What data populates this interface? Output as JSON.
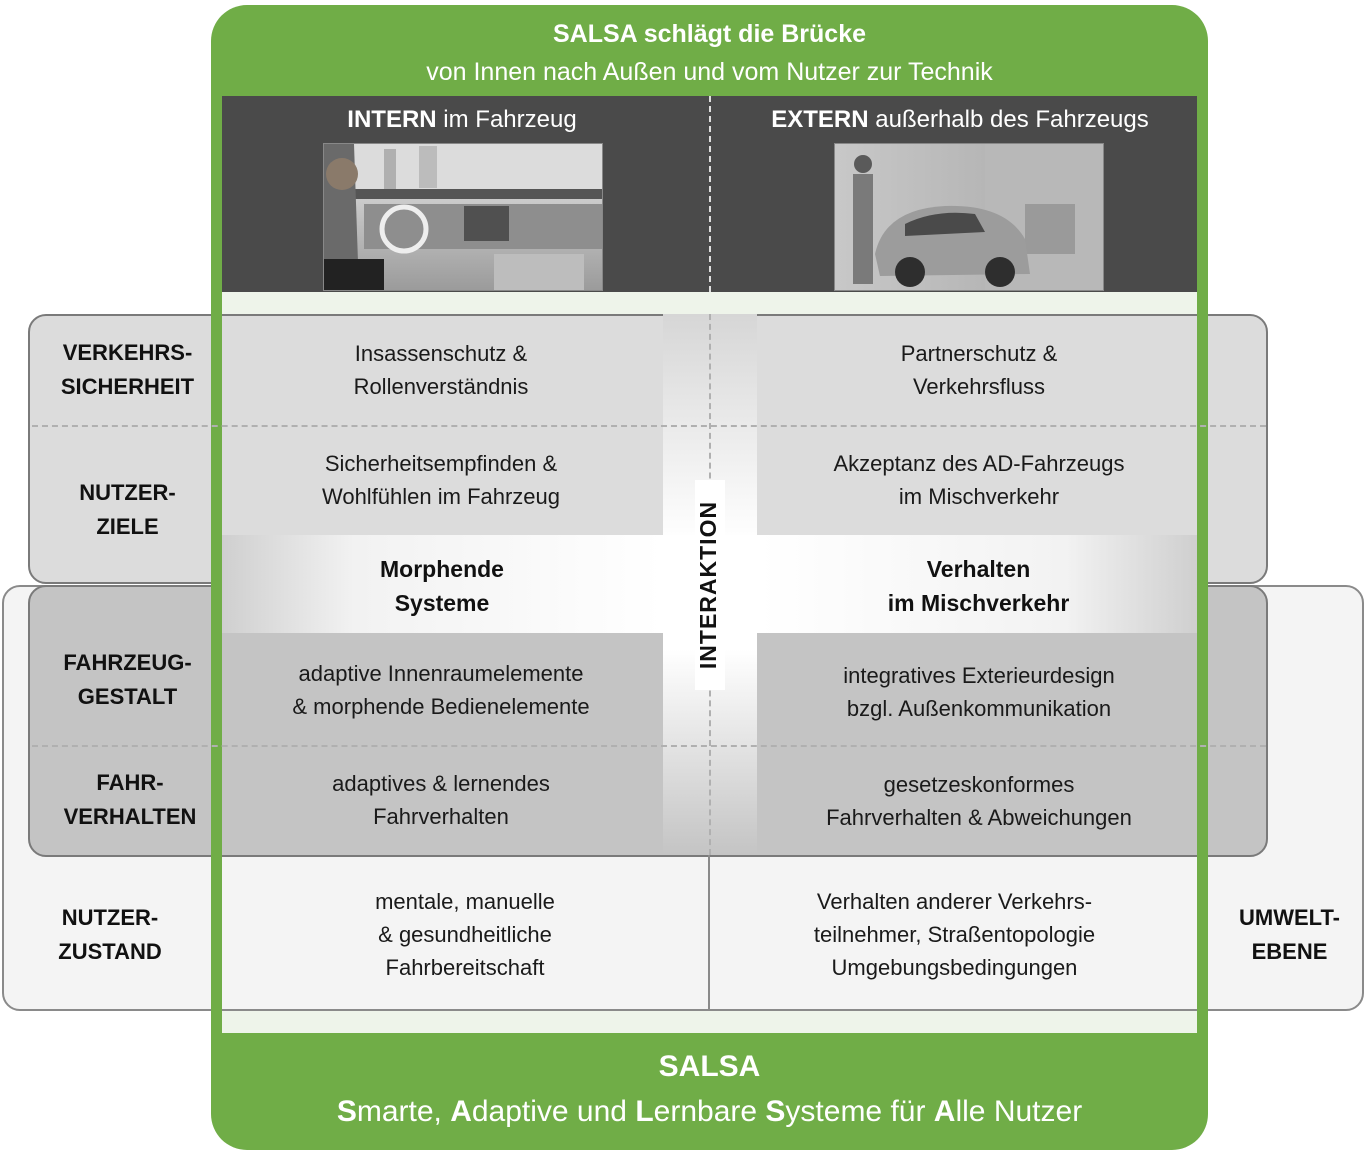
{
  "header": {
    "title": "SALSA schlägt die Brücke",
    "subtitle": "von Innen nach Außen und vom Nutzer zur Technik"
  },
  "columns": {
    "intern": {
      "bold": "INTERN",
      "rest": " im Fahrzeug",
      "image": "car-interior-photo"
    },
    "extern": {
      "bold": "EXTERN",
      "rest": " außerhalb des Fahrzeugs",
      "image": "car-exterior-photo"
    }
  },
  "rows": [
    {
      "label": "VERKEHRS-\nSICHERHEIT",
      "intern": "Insassenschutz &\nRollenverständnis",
      "extern": "Partnerschutz &\nVerkehrsfluss"
    },
    {
      "label": "NUTZER-\nZIELE",
      "intern": "Sicherheitsempfinden &\nWohlfühlen im Fahrzeug",
      "extern": "Akzeptanz des AD-Fahrzeugs\nim Mischverkehr"
    },
    {
      "label": "FAHRZEUG-\nGESTALT",
      "intern": "adaptive Innenraumelemente\n& morphende Bedienelemente",
      "extern": "integratives Exterieurdesign\nbzgl. Außenkommunikation"
    },
    {
      "label": "FAHR-\nVERHALTEN",
      "intern": "adaptives & lernendes\nFahrverhalten",
      "extern": "gesetzeskonformes\nFahrverhalten & Abweichungen"
    },
    {
      "label": "NUTZER-\nZUSTAND",
      "intern": "mentale, manuelle\n& gesundheitliche\nFahrbereitschaft",
      "extern": "Verhalten anderer Verkehrs-\nteilnehmer, Straßentopologie\nUmgebungsbedingungen"
    }
  ],
  "environment_label": "UMWELT-\nEBENE",
  "cross": {
    "vertical": "INTERAKTION",
    "left": "Morphende\nSysteme",
    "right": "Verhalten\nim Mischverkehr"
  },
  "footer": {
    "title": "SALSA",
    "acronym_parts": [
      {
        "b": "S",
        "t": "marte, "
      },
      {
        "b": "A",
        "t": "daptive und "
      },
      {
        "b": "L",
        "t": "ernbare "
      },
      {
        "b": "S",
        "t": "ysteme für "
      },
      {
        "b": "A",
        "t": "lle Nutzer"
      }
    ]
  },
  "colors": {
    "green": "#70ad47",
    "dark_header": "#4a4a4a",
    "light_gray": "#dcdcdc",
    "mid_gray": "#c4c4c4",
    "env_gray": "#f4f4f4"
  }
}
